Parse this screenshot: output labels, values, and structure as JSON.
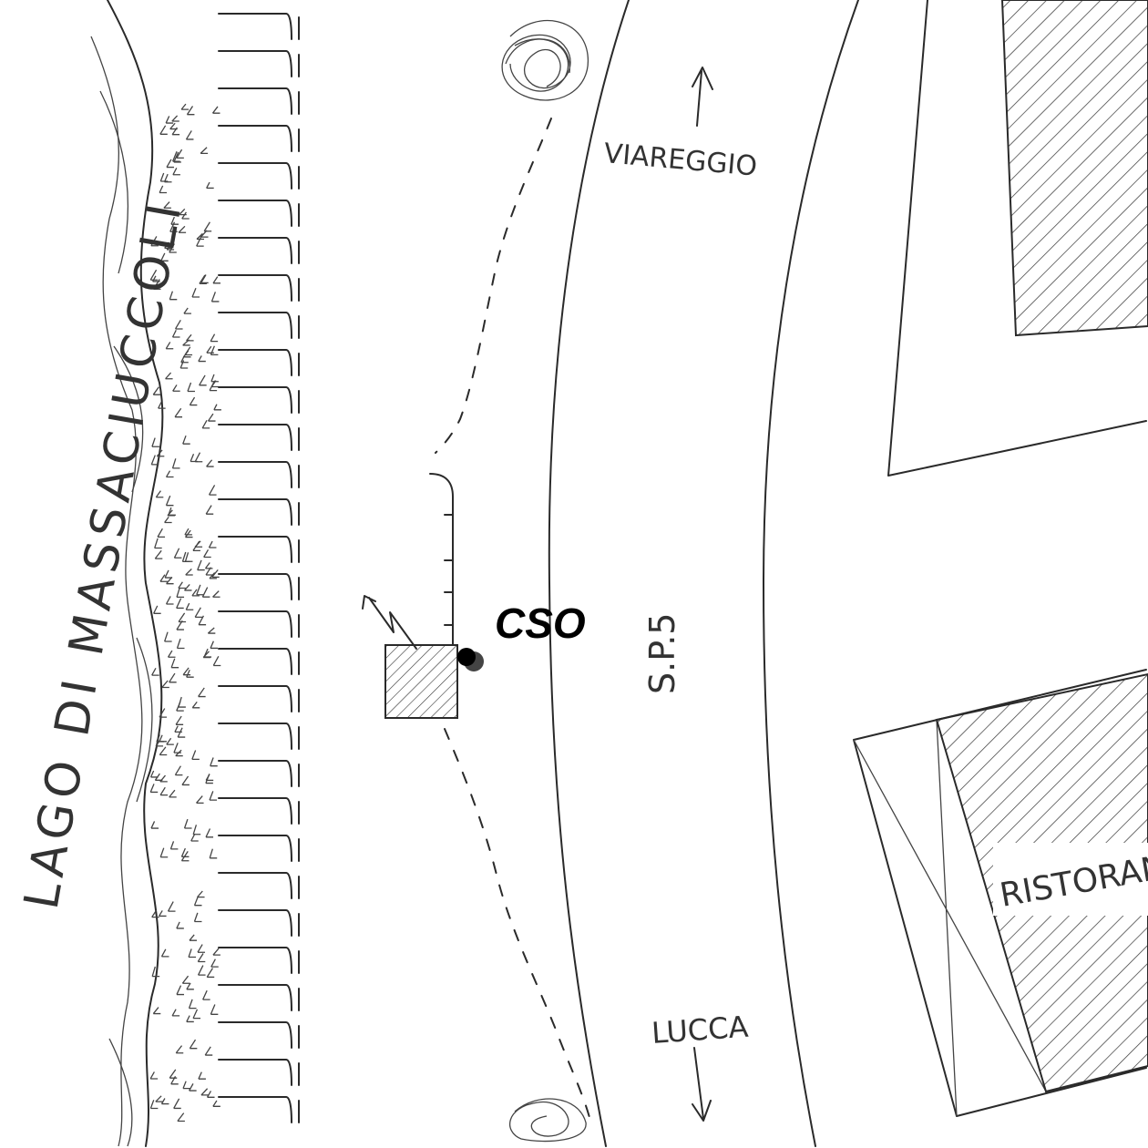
{
  "labels": {
    "lake": "LAGO DI MASSACIUCCOLI",
    "north_direction": "VIAREGGIO",
    "south_direction": "LUCCA",
    "road": "S.P.5",
    "outfall": "CSO",
    "restaurant": "RISTORANT"
  },
  "colors": {
    "ink": "#2a2a2a",
    "outfall_dot": "#000000"
  }
}
